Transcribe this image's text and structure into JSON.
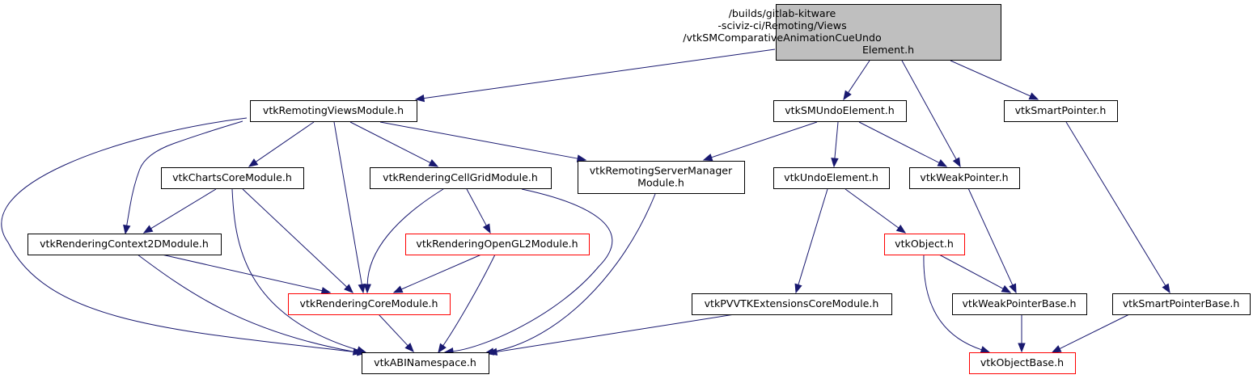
{
  "diagram": {
    "type": "include-dependency-graph",
    "colors": {
      "edge": "#191970",
      "root_fill": "#bfbfbf",
      "node_border": "#000000",
      "missing_border": "#ff0000"
    },
    "nodes": [
      {
        "id": "root",
        "lines": [
          "/builds/gitlab-kitware",
          "-sciviz-ci/Remoting/Views",
          "/vtkSMComparativeAnimationCueUndo",
          "Element.h"
        ],
        "style": "root"
      },
      {
        "id": "remotingviews",
        "lines": [
          "vtkRemotingViewsModule.h"
        ],
        "style": "normal"
      },
      {
        "id": "smundo",
        "lines": [
          "vtkSMUndoElement.h"
        ],
        "style": "normal"
      },
      {
        "id": "smartptr",
        "lines": [
          "vtkSmartPointer.h"
        ],
        "style": "normal"
      },
      {
        "id": "chartscore",
        "lines": [
          "vtkChartsCoreModule.h"
        ],
        "style": "normal"
      },
      {
        "id": "cellgrid",
        "lines": [
          "vtkRenderingCellGridModule.h"
        ],
        "style": "normal"
      },
      {
        "id": "servermanager",
        "lines": [
          "vtkRemotingServerManager",
          "Module.h"
        ],
        "style": "normal"
      },
      {
        "id": "undoelement",
        "lines": [
          "vtkUndoElement.h"
        ],
        "style": "normal"
      },
      {
        "id": "weakptr",
        "lines": [
          "vtkWeakPointer.h"
        ],
        "style": "normal"
      },
      {
        "id": "context2d",
        "lines": [
          "vtkRenderingContext2DModule.h"
        ],
        "style": "normal"
      },
      {
        "id": "opengl2",
        "lines": [
          "vtkRenderingOpenGL2Module.h"
        ],
        "style": "missing"
      },
      {
        "id": "object",
        "lines": [
          "vtkObject.h"
        ],
        "style": "missing"
      },
      {
        "id": "renderingcore",
        "lines": [
          "vtkRenderingCoreModule.h"
        ],
        "style": "missing"
      },
      {
        "id": "pvvtkext",
        "lines": [
          "vtkPVVTKExtensionsCoreModule.h"
        ],
        "style": "normal"
      },
      {
        "id": "weakptrbase",
        "lines": [
          "vtkWeakPointerBase.h"
        ],
        "style": "normal"
      },
      {
        "id": "smartptrbase",
        "lines": [
          "vtkSmartPointerBase.h"
        ],
        "style": "normal"
      },
      {
        "id": "abinamespace",
        "lines": [
          "vtkABINamespace.h"
        ],
        "style": "normal"
      },
      {
        "id": "objectbase",
        "lines": [
          "vtkObjectBase.h"
        ],
        "style": "missing"
      }
    ],
    "edges": [
      {
        "from": "root",
        "to": "remotingviews"
      },
      {
        "from": "root",
        "to": "smundo"
      },
      {
        "from": "root",
        "to": "weakptr"
      },
      {
        "from": "root",
        "to": "smartptr"
      },
      {
        "from": "remotingviews",
        "to": "abinamespace"
      },
      {
        "from": "remotingviews",
        "to": "context2d"
      },
      {
        "from": "remotingviews",
        "to": "chartscore"
      },
      {
        "from": "remotingviews",
        "to": "renderingcore"
      },
      {
        "from": "remotingviews",
        "to": "cellgrid"
      },
      {
        "from": "remotingviews",
        "to": "servermanager"
      },
      {
        "from": "chartscore",
        "to": "context2d"
      },
      {
        "from": "chartscore",
        "to": "abinamespace"
      },
      {
        "from": "chartscore",
        "to": "renderingcore"
      },
      {
        "from": "context2d",
        "to": "renderingcore"
      },
      {
        "from": "context2d",
        "to": "abinamespace"
      },
      {
        "from": "cellgrid",
        "to": "renderingcore"
      },
      {
        "from": "cellgrid",
        "to": "opengl2"
      },
      {
        "from": "cellgrid",
        "to": "abinamespace"
      },
      {
        "from": "opengl2",
        "to": "renderingcore"
      },
      {
        "from": "opengl2",
        "to": "abinamespace"
      },
      {
        "from": "renderingcore",
        "to": "abinamespace"
      },
      {
        "from": "servermanager",
        "to": "abinamespace"
      },
      {
        "from": "smundo",
        "to": "servermanager"
      },
      {
        "from": "smundo",
        "to": "undoelement"
      },
      {
        "from": "smundo",
        "to": "weakptr"
      },
      {
        "from": "undoelement",
        "to": "pvvtkext"
      },
      {
        "from": "undoelement",
        "to": "object"
      },
      {
        "from": "pvvtkext",
        "to": "abinamespace"
      },
      {
        "from": "object",
        "to": "weakptrbase"
      },
      {
        "from": "object",
        "to": "objectbase"
      },
      {
        "from": "weakptr",
        "to": "weakptrbase"
      },
      {
        "from": "weakptrbase",
        "to": "objectbase"
      },
      {
        "from": "smartptr",
        "to": "smartptrbase"
      },
      {
        "from": "smartptrbase",
        "to": "objectbase"
      }
    ]
  }
}
